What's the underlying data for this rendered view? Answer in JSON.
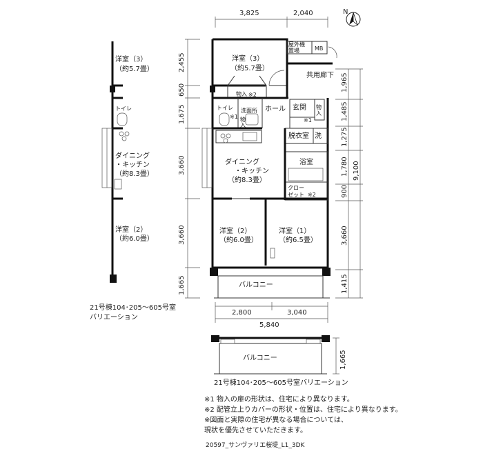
{
  "compass": {
    "label": "N"
  },
  "dims_top": [
    "3,825",
    "2,040"
  ],
  "dims_left": [
    "2,455",
    "650",
    "1,675",
    "3,660",
    "3,660",
    "1,665"
  ],
  "dims_right": [
    "1,965",
    "1,485",
    "1,275",
    "1,780",
    "900",
    "3,660",
    "1,415"
  ],
  "dim_right_total": "9,100",
  "dims_bottom": [
    "2,800",
    "3,040"
  ],
  "dim_bottom_total": "5,840",
  "dim_balcony_variant": "1,665",
  "rooms": {
    "western3": "洋室（3）",
    "western3_size": "（約5.7畳）",
    "storage2": "物入",
    "storage2_mark": "※2",
    "public_hall": "共用廊下",
    "outdoor_storage_a": "屋外機",
    "outdoor_storage_b": "置場",
    "mb": "MB",
    "toilet": "トイレ",
    "toilet_mark": "※1",
    "washroom": "洗面所",
    "hall": "ホール",
    "entrance": "玄関",
    "entrance_storage_a": "物",
    "entrance_storage_b": "入",
    "entrance_mark": "※1",
    "wash_storage_a": "物",
    "wash_storage_b": "入",
    "dressing": "脱衣室",
    "washer": "洗",
    "dining": "ダイニング",
    "kitchen": "・キッチン",
    "dining_size": "（約8.3畳）",
    "bath": "浴室",
    "closet_a": "クロー",
    "closet_b": "ゼット",
    "closet_mark": "※2",
    "western2": "洋室（2）",
    "western2_size": "（約6.0畳）",
    "western1": "洋室（1）",
    "western1_size": "（約6.5畳）",
    "balcony": "バルコニー"
  },
  "variant_left": {
    "western3": "洋室（3）",
    "western3_size": "（約5.7畳）",
    "toilet": "トイレ",
    "dining": "ダイニング",
    "kitchen": "・キッチン",
    "dining_size": "（約8.3畳）",
    "western2": "洋室（2）",
    "western2_size": "（約6.0畳）",
    "caption_1": "21号棟104･205～605号室",
    "caption_2": "バリエーション"
  },
  "variant_bottom": {
    "balcony": "バルコニー",
    "caption": "21号棟104･205～605号室バリエーション"
  },
  "notes": [
    "※1  物入の扉の形状は、住宅により異なります。",
    "※2  配管立上りカバーの形状・位置は、住宅により異なります。",
    "※図面と実際の住宅が異なる場合については、",
    "      現状を優先させていただきます。"
  ],
  "code": "20597_サンヴァリエ桜堤_L1_3DK"
}
